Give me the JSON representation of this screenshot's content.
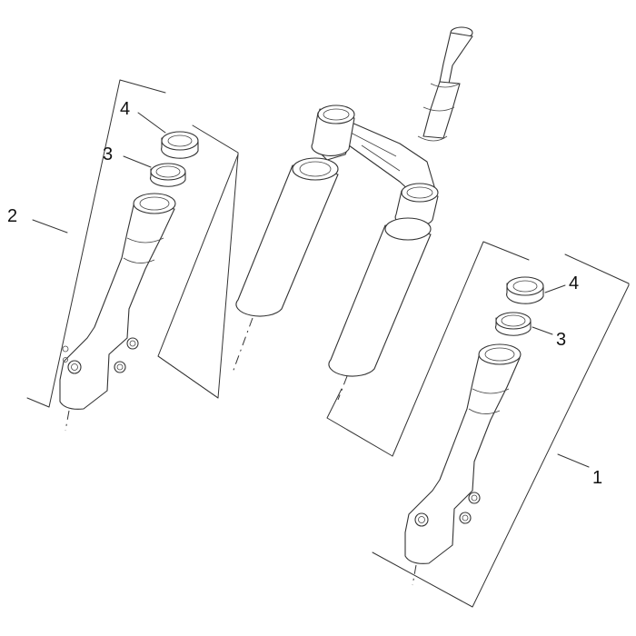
{
  "callouts": {
    "left_assembly": "2",
    "left_seal": "4",
    "left_ring": "3",
    "right_assembly": "1",
    "right_seal": "4",
    "right_ring": "3"
  },
  "colors": {
    "line": "#333333",
    "background": "#ffffff"
  }
}
